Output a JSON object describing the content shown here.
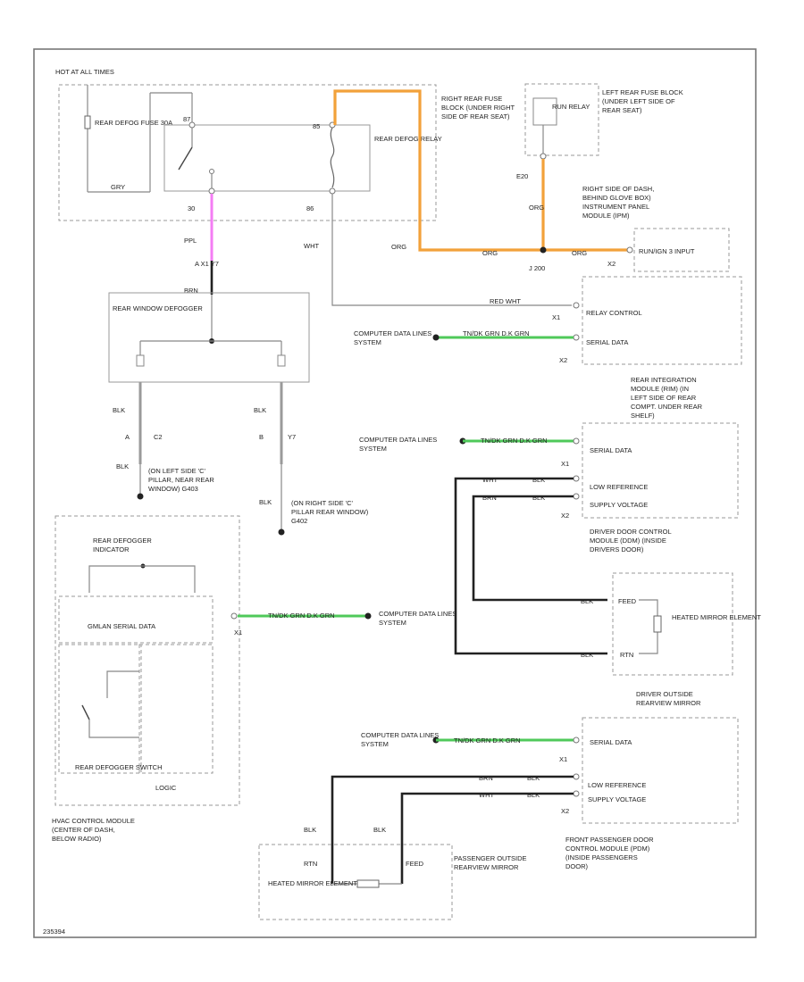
{
  "frame_ref": "235394",
  "fuse_block": {
    "hot_label": "HOT AT ALL TIMES",
    "fuse_label": "REAR DEFOG FUSE 30A",
    "wire_gry": "GRY",
    "relay_pin_87": "87",
    "relay_pin_30": "30",
    "relay_pin_85": "85",
    "relay_pin_86": "86",
    "relay_label": "REAR DEFOG RELAY",
    "location": "RIGHT REAR FUSE BLOCK (UNDER RIGHT SIDE OF REAR SEAT)"
  },
  "left_fuse_block": {
    "run_relay": "RUN RELAY",
    "location": "LEFT REAR FUSE BLOCK (UNDER LEFT SIDE OF REAR SEAT)",
    "pin": "E20",
    "wire": "ORG"
  },
  "ipc": {
    "location": "RIGHT SIDE OF DASH, BEHIND GLOVE BOX) INSTRUMENT PANEL MODULE (IPM)",
    "run_ign": "RUN/IGN 3 INPUT",
    "conn": "X2",
    "wire": "ORG"
  },
  "splice": "J 200",
  "wires": {
    "ppl": "PPL",
    "wht": "WHT",
    "org": "ORG",
    "ppl_connector": "A  X1  Y7",
    "brown": "BRN",
    "rear_defog_wht": "RED WHT",
    "blk": "BLK",
    "wht2": "WHT",
    "dk_grn": "DK GRN",
    "grn_label": "TN/DK GRN  D.K GRN",
    "blk_a": "BLK",
    "blk_b": "BLK"
  },
  "rear_defogger": {
    "label": "REAR WINDOW DEFOGGER",
    "ground_a": "A",
    "ground_b": "B",
    "conn_a": "C2",
    "conn_b": "Y7",
    "left_ground": "(ON LEFT SIDE 'C' PILLAR, NEAR REAR WINDOW) G403",
    "right_ground": "(ON RIGHT SIDE 'C' PILLAR REAR WINDOW) G402"
  },
  "rim": {
    "relay_control": "RELAY CONTROL",
    "serial_data": "SERIAL DATA",
    "conn_x1": "X1",
    "conn_x2": "X2",
    "label": "REAR INTEGRATION MODULE (RIM) (IN LEFT SIDE OF REAR COMPT. UNDER REAR SHELF)",
    "computer_data": "COMPUTER DATA LINES SYSTEM"
  },
  "ddm": {
    "computer_data": "COMPUTER DATA LINES SYSTEM",
    "serial_data": "SERIAL DATA",
    "low_ref": "LOW REFERENCE",
    "supply": "SUPPLY VOLTAGE",
    "x1": "X1",
    "x2": "X2",
    "label": "DRIVER DOOR CONTROL MODULE (DDM) (INSIDE DRIVERS DOOR)",
    "feed": "FEED",
    "rtn": "RTN",
    "heated_mirror": "HEATED MIRROR ELEMENT",
    "mirror_label": "DRIVER OUTSIDE REARVIEW MIRROR",
    "wht": "WHT",
    "blk": "BLK",
    "brn": "BRN"
  },
  "hvac": {
    "indicator": "REAR DEFOGGER INDICATOR",
    "gmlan": "GMLAN SERIAL DATA",
    "switch": "REAR DEFOGGER SWITCH",
    "logic": "LOGIC",
    "module": "HVAC CONTROL MODULE (CENTER OF DASH, BELOW RADIO)",
    "conn": "X1",
    "computer_data": "COMPUTER DATA LINES SYSTEM"
  },
  "pdm": {
    "computer_data": "COMPUTER DATA LINES SYSTEM",
    "serial_data": "SERIAL DATA",
    "low_ref": "LOW REFERENCE",
    "supply": "SUPPLY VOLTAGE",
    "x1": "X1",
    "x2": "X2",
    "label": "FRONT PASSENGER DOOR CONTROL MODULE (PDM) (INSIDE PASSENGERS DOOR)",
    "rtn": "RTN",
    "feed": "FEED",
    "heated_mirror": "HEATED MIRROR ELEMENT",
    "mirror_label": "PASSENGER OUTSIDE REARVIEW MIRROR",
    "blk1": "BLK",
    "blk2": "BLK"
  }
}
